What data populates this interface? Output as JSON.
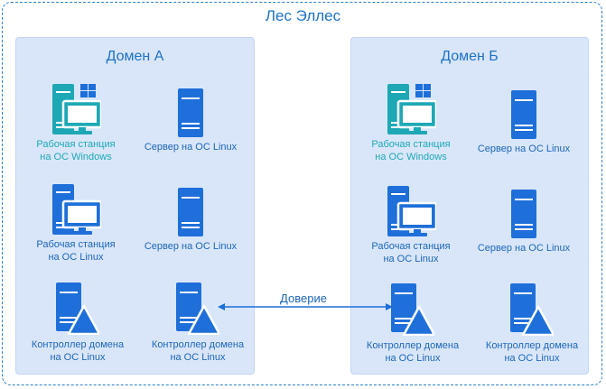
{
  "forest": {
    "title": "Лес Эллес"
  },
  "domains": [
    {
      "title": "Домен А",
      "nodes": [
        {
          "label": "Рабочая станция\nна ОС Windows",
          "icon": "windows-workstation-icon"
        },
        {
          "label": "Сервер на ОС Linux",
          "icon": "server-icon"
        },
        {
          "label": "Рабочая станция\nна ОС Linux",
          "icon": "linux-workstation-icon"
        },
        {
          "label": "Сервер на ОС Linux",
          "icon": "server-icon"
        },
        {
          "label": "Контроллер домена\nна ОС Linux",
          "icon": "domain-controller-icon"
        },
        {
          "label": "Контроллер домена\nна ОС Linux",
          "icon": "domain-controller-icon"
        }
      ]
    },
    {
      "title": "Домен Б",
      "nodes": [
        {
          "label": "Рабочая станция\nна ОС Windows",
          "icon": "windows-workstation-icon"
        },
        {
          "label": "Сервер на ОС Linux",
          "icon": "server-icon"
        },
        {
          "label": "Рабочая станция\nна ОС Linux",
          "icon": "linux-workstation-icon"
        },
        {
          "label": "Сервер на ОС Linux",
          "icon": "server-icon"
        },
        {
          "label": "Контроллер домена\nна ОС Linux",
          "icon": "domain-controller-icon"
        },
        {
          "label": "Контроллер домена\nна ОС Linux",
          "icon": "domain-controller-icon"
        }
      ]
    }
  ],
  "trust": {
    "label": "Доверие"
  },
  "colors": {
    "primary": "#1e6fd9",
    "teal": "#1ea8b5",
    "domain_bg": "#d9e6fa",
    "border": "#2d7fc4"
  }
}
